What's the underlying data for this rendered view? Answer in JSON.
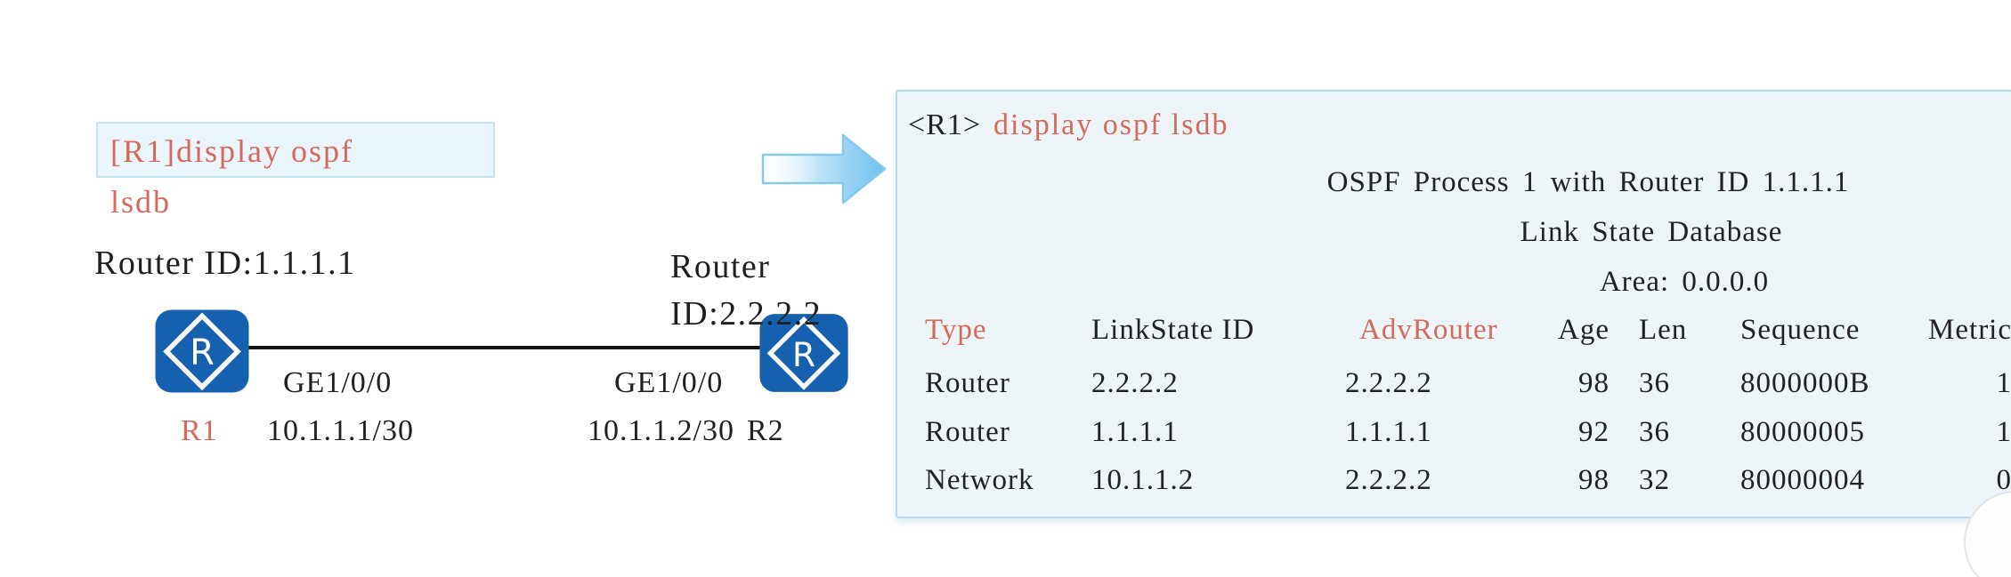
{
  "colors": {
    "accent_salmon": "#d5695c",
    "router_blue": "#1560af",
    "panel_background": "#edf5f8",
    "panel_border": "#b6dcec",
    "command_box_background": "#e9f4fb",
    "command_box_border": "#c3e1f0",
    "link_line": "#161616",
    "arrow_blue": "#6fbfed"
  },
  "icons": {
    "router_glyph": "R",
    "router_icon": "router-icon",
    "arrow_icon": "right-arrow-icon"
  },
  "diagram": {
    "command_box": {
      "line1": "[R1]display ospf",
      "line2": "lsdb"
    },
    "r1": {
      "router_id": "Router ID:1.1.1.1",
      "name": "R1",
      "interface": "GE1/0/0",
      "ip": "10.1.1.1/30"
    },
    "r2": {
      "router_id_line1": "Router",
      "router_id_line2": "ID:2.2.2.2",
      "name": "R2",
      "interface": "GE1/0/0",
      "ip": "10.1.1.2/30"
    }
  },
  "terminal": {
    "prompt": "<R1>",
    "command": "display ospf lsdb",
    "process_line": "OSPF Process 1 with Router ID 1.1.1.1",
    "lsdb_line": "Link State Database",
    "area_line": "Area: 0.0.0.0",
    "table": {
      "headers": [
        "Type",
        "LinkState ID",
        "AdvRouter",
        "Age",
        "Len",
        "Sequence",
        "Metric"
      ],
      "rows": [
        [
          "Router",
          "2.2.2.2",
          "2.2.2.2",
          "98",
          "36",
          "8000000B",
          "1"
        ],
        [
          "Router",
          "1.1.1.1",
          "1.1.1.1",
          "92",
          "36",
          "80000005",
          "1"
        ],
        [
          "Network",
          "10.1.1.2",
          "2.2.2.2",
          "98",
          "32",
          "80000004",
          "0"
        ]
      ]
    }
  }
}
